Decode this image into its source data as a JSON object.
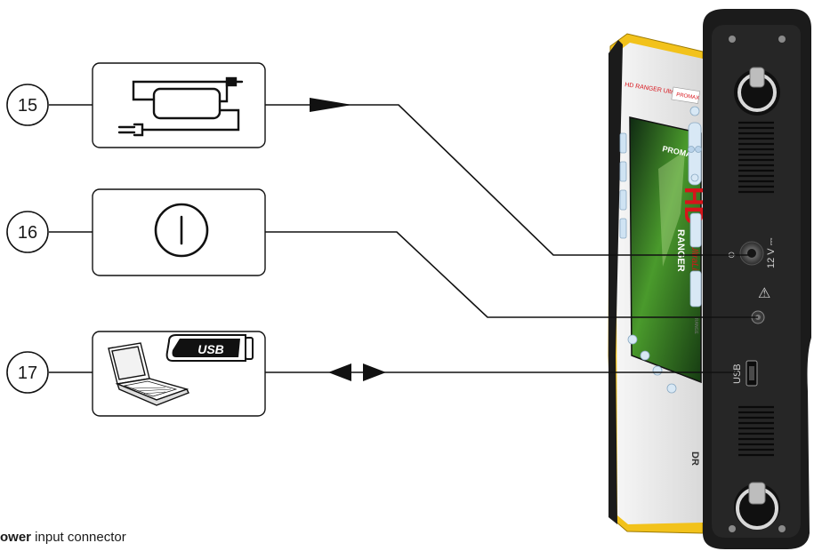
{
  "callouts": [
    {
      "number": "15",
      "icon": "power-adapter-icon"
    },
    {
      "number": "16",
      "icon": "power-button-icon"
    },
    {
      "number": "17",
      "icon": "laptop-usb-icon"
    }
  ],
  "usb_badge": {
    "text": "USB"
  },
  "device": {
    "brand_label": "HD RANGER UltraLite",
    "maker_label": "PROMAX",
    "screen_logo": "PROMAX",
    "screen_title_hd": "HD",
    "screen_title_ranger": "RANGER",
    "screen_title_ultralite": "UltraLite",
    "port_voltage_label": "12 V ⎓",
    "port_usb_label": "USB",
    "warning_symbol": "⚠",
    "side_model_label": "DR"
  },
  "caption": {
    "bold": "ower",
    "rest": " input connector"
  },
  "colors": {
    "yellow": "#f2c21b",
    "body": "#1b1b1b",
    "panel": "#2a2a2a",
    "screen_green": "#3f8a2a",
    "screen_red": "#d8141b"
  }
}
